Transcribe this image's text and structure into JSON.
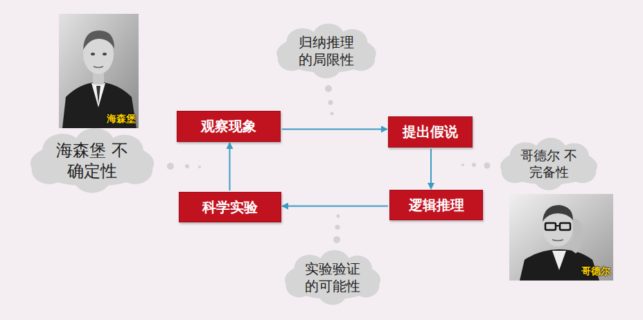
{
  "diagram": {
    "nodes": [
      {
        "text": [
          "海森堡"
        ]
      },
      {
        "text": [
          "归纳推理 的局限性"
        ]
      },
      {
        "text": [
          "观察现象"
        ]
      },
      {
        "text": [
          "提出假说"
        ]
      },
      {
        "text": [
          "海森堡 不确定性"
        ]
      },
      {
        "text": [
          "哥德尔 不完备性"
        ]
      },
      {
        "text": [
          "科学实验"
        ]
      },
      {
        "text": [
          "逻辑推理"
        ]
      },
      {
        "text": [
          "哥德尔"
        ]
      },
      {
        "text": [
          "实验验证 的可能性"
        ]
      }
    ],
    "edges": [
      {
        "from": 2,
        "to": 3,
        "arrow": "to"
      },
      {
        "from": 3,
        "to": 7,
        "arrow": "to"
      },
      {
        "from": 7,
        "to": 6,
        "arrow": "to"
      },
      {
        "from": 6,
        "to": 2,
        "arrow": "to"
      }
    ]
  }
}
